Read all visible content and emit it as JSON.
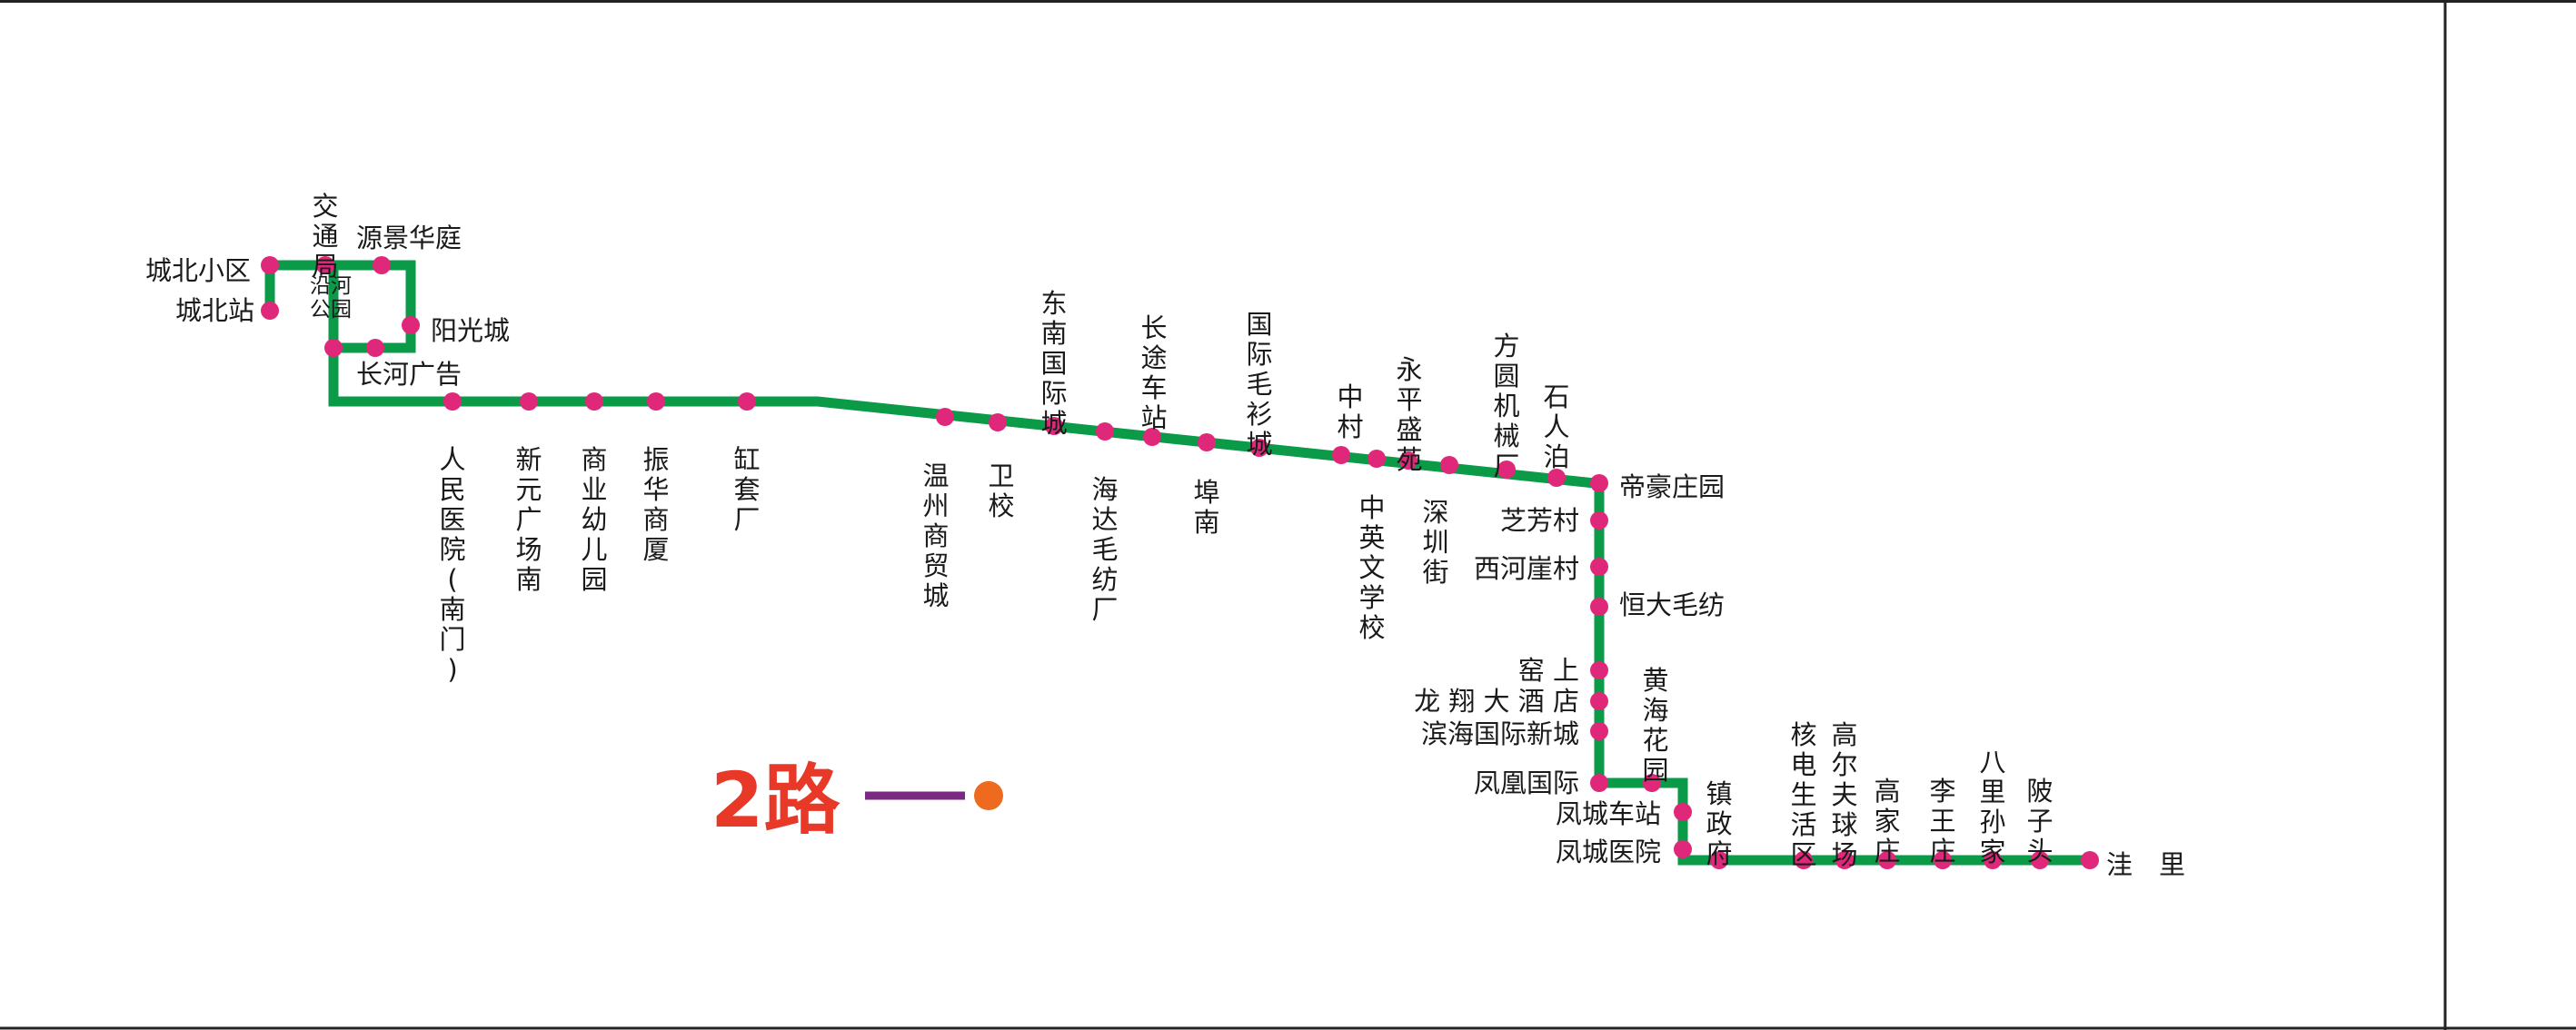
{
  "map": {
    "title": "2路",
    "colors": {
      "route_line": "#0a9a48",
      "stop_dot": "#e0287a",
      "title_red": "#e83828",
      "legend_bar": "#7b2a82",
      "legend_dot": "#ee6a1e",
      "frame_line": "#222222",
      "text": "#1a1a1a"
    },
    "stops": [
      {
        "id": "chengbei-station",
        "name": "城北站"
      },
      {
        "id": "chengbei-xiaoqu",
        "name": "城北小区"
      },
      {
        "id": "jiaotongju",
        "name": "交通局"
      },
      {
        "id": "yuanjing-huating",
        "name": "源景华庭"
      },
      {
        "id": "yangguangcheng",
        "name": "阳光城"
      },
      {
        "id": "yanhe-gongyuan",
        "name": "沿河公园"
      },
      {
        "id": "changhe-guanggao",
        "name": "长河广告"
      },
      {
        "id": "renmin-yiyuan",
        "name": "人民医院(南门)"
      },
      {
        "id": "xinyuan-guangchang-nan",
        "name": "新元广场南"
      },
      {
        "id": "shangye-youeryuan",
        "name": "商业幼儿园"
      },
      {
        "id": "zhenhua-shangsha",
        "name": "振华商厦"
      },
      {
        "id": "gangtaochang",
        "name": "缸套厂"
      },
      {
        "id": "wenzhou-shangmaocheng",
        "name": "温州商贸城"
      },
      {
        "id": "weixiao",
        "name": "卫校"
      },
      {
        "id": "dongnan-guojicheng",
        "name": "东南国际城"
      },
      {
        "id": "haida-maofangchang",
        "name": "海达毛纺厂"
      },
      {
        "id": "changtu-chezhan",
        "name": "长途车站"
      },
      {
        "id": "funan",
        "name": "埠南"
      },
      {
        "id": "guoji-maoshancheng",
        "name": "国际毛衫城"
      },
      {
        "id": "zhongcun",
        "name": "中 村"
      },
      {
        "id": "zhongying-xuexiao",
        "name": "中英文学校"
      },
      {
        "id": "yongping-shengyuan",
        "name": "永平盛苑"
      },
      {
        "id": "shenzhenjie",
        "name": "深圳街"
      },
      {
        "id": "fangyuan-jixiechang",
        "name": "方圆机械厂"
      },
      {
        "id": "shirenbo",
        "name": "石人泊"
      },
      {
        "id": "dihao-zhuangyuan",
        "name": "帝豪庄园"
      },
      {
        "id": "zhifangcun",
        "name": "芝芳村"
      },
      {
        "id": "xihe-yacun",
        "name": "西河崖村"
      },
      {
        "id": "hengda-maofang",
        "name": "恒大毛纺"
      },
      {
        "id": "yaoshang",
        "name": "窑 上"
      },
      {
        "id": "longxiang-jiudian",
        "name": "龙 翔 大 酒 店"
      },
      {
        "id": "binhai-guoji-xincheng",
        "name": "滨海国际新城"
      },
      {
        "id": "huanghai-huayuan",
        "name": "黄海花园"
      },
      {
        "id": "fenghuang-guoji",
        "name": "凤凰国际"
      },
      {
        "id": "fengcheng-chezhan",
        "name": "凤城车站"
      },
      {
        "id": "fengcheng-yiyuan",
        "name": "凤城医院"
      },
      {
        "id": "zhenzhengfu",
        "name": "镇政府"
      },
      {
        "id": "hedian-shenghuoqu",
        "name": "核电生活区"
      },
      {
        "id": "gaoerfu-qiuchang",
        "name": "高尔夫球场"
      },
      {
        "id": "gaojiazhuang",
        "name": "高家庄"
      },
      {
        "id": "liwangzhuang",
        "name": "李王庄"
      },
      {
        "id": "bali-sunjia",
        "name": "八里孙家"
      },
      {
        "id": "xiazitou",
        "name": "陂子头"
      },
      {
        "id": "wali",
        "name": "洼　里"
      }
    ]
  }
}
